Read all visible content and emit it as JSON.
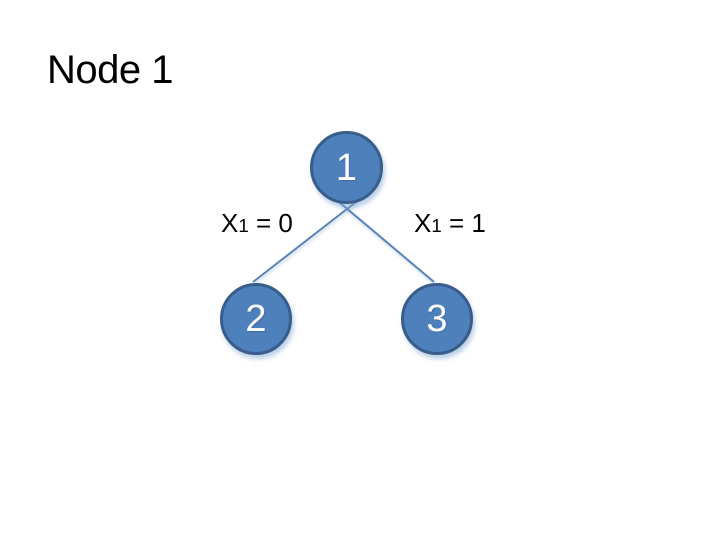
{
  "slide": {
    "title": "Node 1",
    "nodes": [
      {
        "id": "1",
        "label": "1"
      },
      {
        "id": "2",
        "label": "2"
      },
      {
        "id": "3",
        "label": "3"
      }
    ],
    "edges": [
      {
        "from": "1",
        "to": "2",
        "variable": "X",
        "subscript": "1",
        "relation": " = 0"
      },
      {
        "from": "1",
        "to": "3",
        "variable": "X",
        "subscript": "1",
        "relation": " = 1"
      }
    ],
    "colors": {
      "node_fill": "#4e80bc",
      "node_border": "#385d8a",
      "edge_line": "#5b84b4",
      "title_text": "#000000",
      "node_label": "#ffffff",
      "background": "#ffffff"
    }
  }
}
